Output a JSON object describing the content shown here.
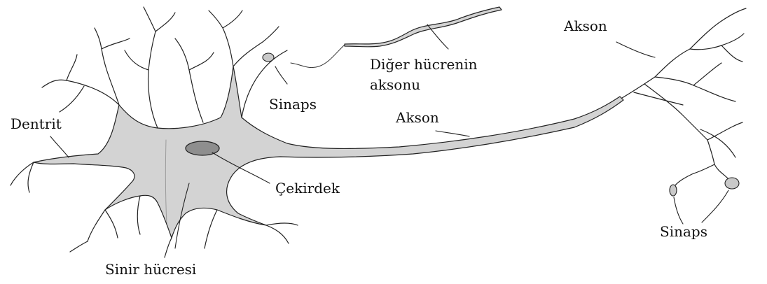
{
  "labels": {
    "akson_top": "Akson",
    "diger_line1": "Diğer hücrenin",
    "diger_line2": "aksonu",
    "sinaps_left": "Sinaps",
    "akson_mid": "Akson",
    "dentrit": "Dentrit",
    "cekirdek": "Çekirdek",
    "sinir_hucresi": "Sinir hücresi",
    "sinaps_right": "Sinaps"
  },
  "colors": {
    "cell_fill": "#d3d3d3",
    "nucleus_fill": "#8e8e8e",
    "synapse_fill": "#c9c9c9",
    "stroke": "#222222",
    "text": "#111111"
  }
}
